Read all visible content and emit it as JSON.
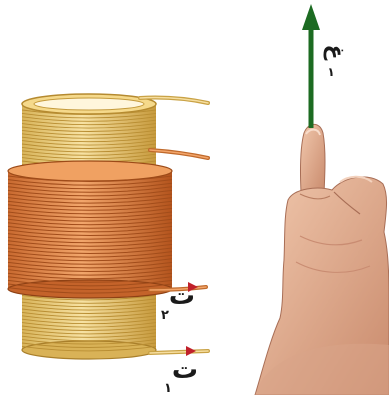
{
  "labels": {
    "current_1": {
      "main": "ت",
      "sub": "١"
    },
    "current_2": {
      "main": "ت",
      "sub": "٢"
    },
    "field": {
      "main": "غ",
      "sub": "١"
    }
  },
  "colors": {
    "outer_coil": "#e9c874",
    "outer_coil_dark": "#c9a245",
    "inner_coil": "#e88b4c",
    "inner_coil_dark": "#b85a22",
    "wire": "#d98a42",
    "arrow_current": "#c0202a",
    "arrow_field": "#1c6b22",
    "skin": "#e8b89c",
    "skin_shadow": "#c98c72"
  },
  "icons": [
    "coil-icon",
    "hand-icon",
    "field-arrow-icon",
    "current-arrow-icon"
  ]
}
